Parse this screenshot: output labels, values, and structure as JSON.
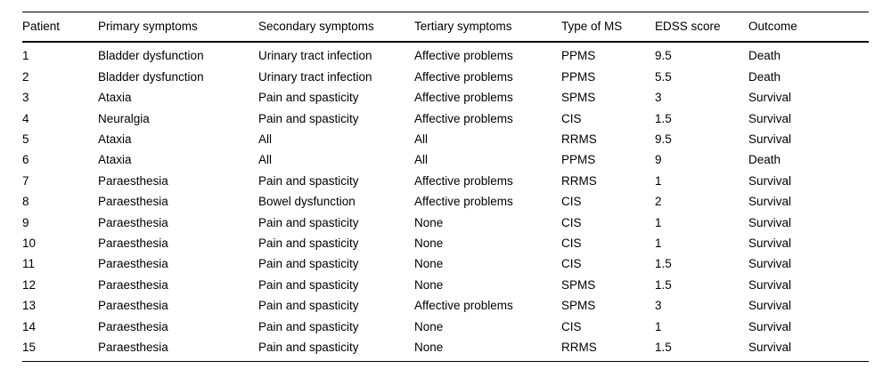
{
  "table": {
    "columns": [
      {
        "key": "patient",
        "label": "Patient"
      },
      {
        "key": "primary",
        "label": "Primary symptoms"
      },
      {
        "key": "secondary",
        "label": "Secondary symptoms"
      },
      {
        "key": "tertiary",
        "label": "Tertiary symptoms"
      },
      {
        "key": "type",
        "label": "Type of MS"
      },
      {
        "key": "edss",
        "label": "EDSS score"
      },
      {
        "key": "outcome",
        "label": "Outcome"
      }
    ],
    "rows": [
      {
        "patient": "1",
        "primary": "Bladder dysfunction",
        "secondary": "Urinary tract infection",
        "tertiary": "Affective problems",
        "type": "PPMS",
        "edss": "9.5",
        "outcome": "Death"
      },
      {
        "patient": "2",
        "primary": "Bladder dysfunction",
        "secondary": "Urinary tract infection",
        "tertiary": "Affective problems",
        "type": "PPMS",
        "edss": "5.5",
        "outcome": "Death"
      },
      {
        "patient": "3",
        "primary": "Ataxia",
        "secondary": "Pain and spasticity",
        "tertiary": "Affective problems",
        "type": "SPMS",
        "edss": "3",
        "outcome": "Survival"
      },
      {
        "patient": "4",
        "primary": "Neuralgia",
        "secondary": "Pain and spasticity",
        "tertiary": "Affective problems",
        "type": "CIS",
        "edss": "1.5",
        "outcome": "Survival"
      },
      {
        "patient": "5",
        "primary": "Ataxia",
        "secondary": "All",
        "tertiary": "All",
        "type": "RRMS",
        "edss": "9.5",
        "outcome": "Survival"
      },
      {
        "patient": "6",
        "primary": "Ataxia",
        "secondary": "All",
        "tertiary": "All",
        "type": "PPMS",
        "edss": "9",
        "outcome": "Death"
      },
      {
        "patient": "7",
        "primary": "Paraesthesia",
        "secondary": "Pain and spasticity",
        "tertiary": "Affective problems",
        "type": "RRMS",
        "edss": "1",
        "outcome": "Survival"
      },
      {
        "patient": "8",
        "primary": "Paraesthesia",
        "secondary": "Bowel dysfunction",
        "tertiary": "Affective problems",
        "type": "CIS",
        "edss": "2",
        "outcome": "Survival"
      },
      {
        "patient": "9",
        "primary": "Paraesthesia",
        "secondary": "Pain and spasticity",
        "tertiary": "None",
        "type": "CIS",
        "edss": "1",
        "outcome": "Survival"
      },
      {
        "patient": "10",
        "primary": "Paraesthesia",
        "secondary": "Pain and spasticity",
        "tertiary": "None",
        "type": "CIS",
        "edss": "1",
        "outcome": "Survival"
      },
      {
        "patient": "11",
        "primary": "Paraesthesia",
        "secondary": "Pain and spasticity",
        "tertiary": "None",
        "type": "CIS",
        "edss": "1.5",
        "outcome": "Survival"
      },
      {
        "patient": "12",
        "primary": "Paraesthesia",
        "secondary": "Pain and spasticity",
        "tertiary": "None",
        "type": "SPMS",
        "edss": "1.5",
        "outcome": "Survival"
      },
      {
        "patient": "13",
        "primary": "Paraesthesia",
        "secondary": "Pain and spasticity",
        "tertiary": "Affective problems",
        "type": "SPMS",
        "edss": "3",
        "outcome": "Survival"
      },
      {
        "patient": "14",
        "primary": "Paraesthesia",
        "secondary": "Pain and spasticity",
        "tertiary": "None",
        "type": "CIS",
        "edss": "1",
        "outcome": "Survival"
      },
      {
        "patient": "15",
        "primary": "Paraesthesia",
        "secondary": "Pain and spasticity",
        "tertiary": "None",
        "type": "RRMS",
        "edss": "1.5",
        "outcome": "Survival"
      }
    ]
  },
  "chart_data": {
    "type": "table",
    "title": "",
    "columns": [
      "Patient",
      "Primary symptoms",
      "Secondary symptoms",
      "Tertiary symptoms",
      "Type of MS",
      "EDSS score",
      "Outcome"
    ],
    "rows": [
      [
        "1",
        "Bladder dysfunction",
        "Urinary tract infection",
        "Affective problems",
        "PPMS",
        "9.5",
        "Death"
      ],
      [
        "2",
        "Bladder dysfunction",
        "Urinary tract infection",
        "Affective problems",
        "PPMS",
        "5.5",
        "Death"
      ],
      [
        "3",
        "Ataxia",
        "Pain and spasticity",
        "Affective problems",
        "SPMS",
        "3",
        "Survival"
      ],
      [
        "4",
        "Neuralgia",
        "Pain and spasticity",
        "Affective problems",
        "CIS",
        "1.5",
        "Survival"
      ],
      [
        "5",
        "Ataxia",
        "All",
        "All",
        "RRMS",
        "9.5",
        "Survival"
      ],
      [
        "6",
        "Ataxia",
        "All",
        "All",
        "PPMS",
        "9",
        "Death"
      ],
      [
        "7",
        "Paraesthesia",
        "Pain and spasticity",
        "Affective problems",
        "RRMS",
        "1",
        "Survival"
      ],
      [
        "8",
        "Paraesthesia",
        "Bowel dysfunction",
        "Affective problems",
        "CIS",
        "2",
        "Survival"
      ],
      [
        "9",
        "Paraesthesia",
        "Pain and spasticity",
        "None",
        "CIS",
        "1",
        "Survival"
      ],
      [
        "10",
        "Paraesthesia",
        "Pain and spasticity",
        "None",
        "CIS",
        "1",
        "Survival"
      ],
      [
        "11",
        "Paraesthesia",
        "Pain and spasticity",
        "None",
        "CIS",
        "1.5",
        "Survival"
      ],
      [
        "12",
        "Paraesthesia",
        "Pain and spasticity",
        "None",
        "SPMS",
        "1.5",
        "Survival"
      ],
      [
        "13",
        "Paraesthesia",
        "Pain and spasticity",
        "Affective problems",
        "SPMS",
        "3",
        "Survival"
      ],
      [
        "14",
        "Paraesthesia",
        "Pain and spasticity",
        "None",
        "CIS",
        "1",
        "Survival"
      ],
      [
        "15",
        "Paraesthesia",
        "Pain and spasticity",
        "None",
        "RRMS",
        "1.5",
        "Survival"
      ]
    ]
  }
}
